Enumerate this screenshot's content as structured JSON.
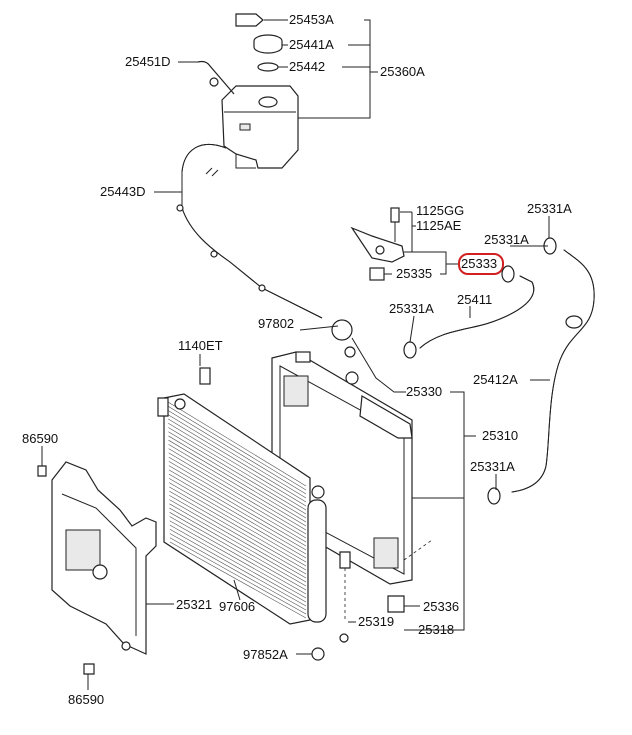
{
  "labels": {
    "p25453A": "25453A",
    "p25441A": "25441A",
    "p25442": "25442",
    "p25451D": "25451D",
    "p25360A": "25360A",
    "p25443D": "25443D",
    "p1125GG": "1125GG",
    "p1125AE": "1125AE",
    "p25331A_1": "25331A",
    "p25331A_2": "25331A",
    "p25333": "25333",
    "p25335": "25335",
    "p25331A_3": "25331A",
    "p25411": "25411",
    "p97802": "97802",
    "p1140ET": "1140ET",
    "p25330": "25330",
    "p25412A": "25412A",
    "p25310": "25310",
    "p86590_top": "86590",
    "p25331A_4": "25331A",
    "p25321": "25321",
    "p97606": "97606",
    "p25336": "25336",
    "p25319": "25319",
    "p25318": "25318",
    "p97852A": "97852A",
    "p86590_bottom": "86590"
  },
  "highlight_color": "#d21f1f"
}
